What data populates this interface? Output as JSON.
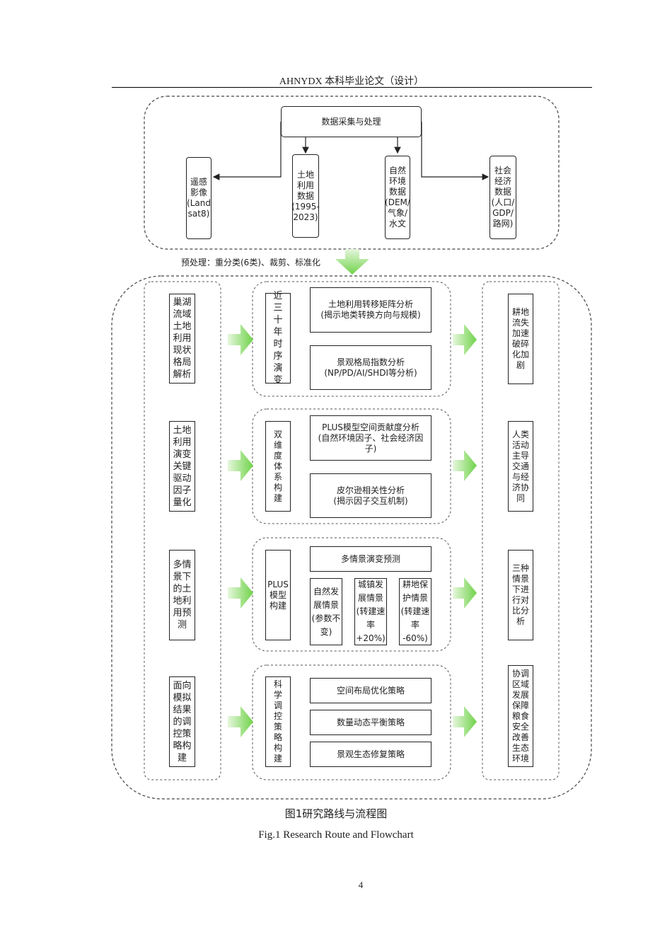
{
  "header": "AHNYDX 本科毕业论文（设计）",
  "top": {
    "collect": "数据采集与处理",
    "remote": "遥感\n影像\n(Land\nsat8)",
    "landuse": "土地\n利用\n数据\n(1995-\n2023)",
    "natural": "自然\n环境\n数据\n(DEM/\n气象/\n水文",
    "social": "社会\n经济\n数据\n(人口/\nGDP/\n路网)"
  },
  "preprocess": "预处理：重分类(6类)、裁剪、标准化",
  "rows": [
    {
      "left": "巢湖\n流域\n土地\n利用\n现状\n格局\n解析",
      "method": "近\n三\n十\n年\n时\n序\n演\n变",
      "items": [
        "土地利用转移矩阵分析\n(揭示地类转换方向与规模)",
        "景观格局指数分析\n(NP/PD/AI/SHDI等分析)"
      ],
      "result": "耕地\n流失\n加速\n破碎\n化加\n剧"
    },
    {
      "left": "土地\n利用\n演变\n关键\n驱动\n因子\n量化",
      "method": "双\n维\n度\n体\n系\n构\n建",
      "items": [
        "PLUS模型空间贡献度分析\n(自然环境因子、社会经济因\n子)",
        "皮尔逊相关性分析\n(揭示因子交互机制)"
      ],
      "result": "人类\n活动\n主导\n交通\n与经\n济协\n同"
    },
    {
      "left": "多情\n景下\n的土\n地利\n用预\n测",
      "method": "PLUS\n模型\n构建",
      "title": "多情景演变预测",
      "scenarios": [
        "自然发\n展情景\n(参数不\n变)",
        "城镇发\n展情景\n(转建速\n率\n+20%)",
        "耕地保\n护情景\n(转建速\n率\n-60%)"
      ],
      "result": "三种\n情景\n下进\n行对\n比分\n析"
    },
    {
      "left": "面向\n模拟\n结果\n的调\n控策\n略构\n建",
      "method": "科\n学\n调\n控\n策\n略\n构\n建",
      "items": [
        "空间布局优化策略",
        "数量动态平衡策略",
        "景观生态修复策略"
      ],
      "result": "协调\n区域\n发展\n保障\n粮食\n安全\n改善\n生态\n环境"
    }
  ],
  "caption_cn": "图1研究路线与流程图",
  "caption_en": "Fig.1 Research Route and Flowchart",
  "page_number": "4",
  "colors": {
    "arrow_green": "#7ed957",
    "line": "#222222"
  }
}
